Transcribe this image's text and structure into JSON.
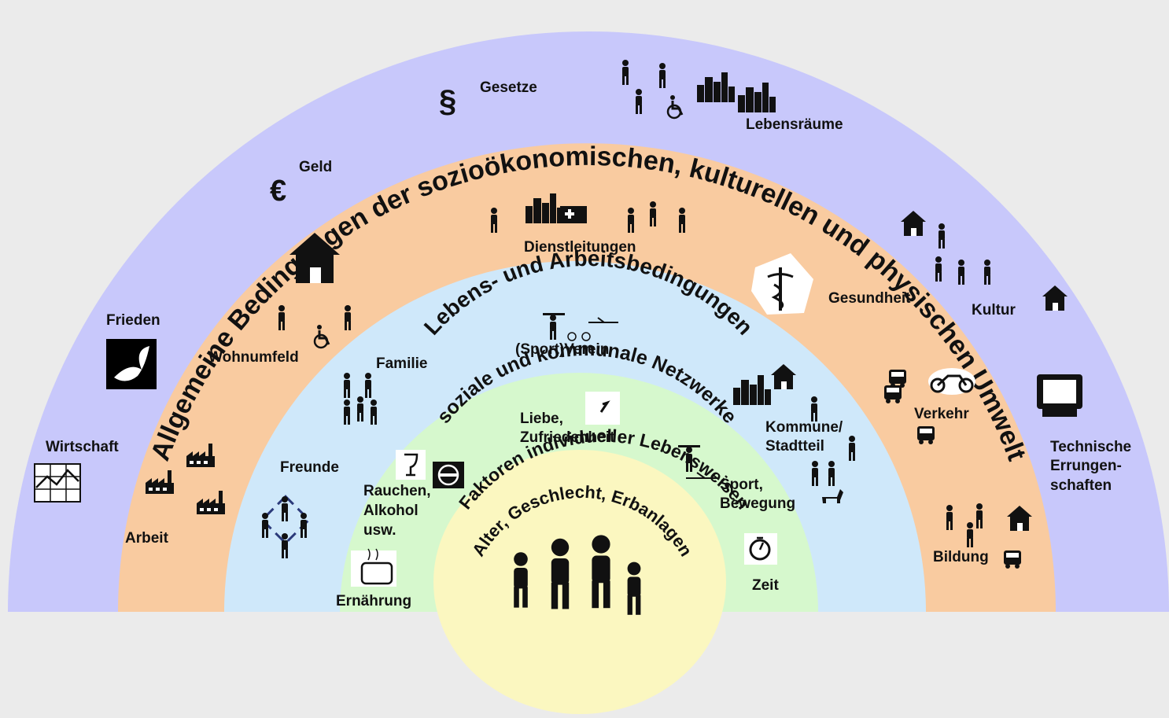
{
  "colors": {
    "background": "#ebebeb",
    "ring_outer": "#c8c8fb",
    "ring_living": "#f9cba0",
    "ring_social": "#cfe8fa",
    "ring_individual": "#d6f8cd",
    "core": "#fbf7c0"
  },
  "rings": {
    "outer_title": "Allgemeine Bedingungen der sozioökonomischen, kulturellen und physischen Umwelt",
    "living_title": "Lebens- und Arbeitsbedingungen",
    "social_title": "soziale und kommunale Netzwerke",
    "individual_title": "Faktoren individueller Lebensweisen",
    "core_title": "Alter, Geschlecht, Erbanlagen"
  },
  "labels": {
    "gesetze": "Gesetze",
    "lebensraeume": "Lebensräume",
    "geld": "Geld",
    "frieden": "Frieden",
    "wirtschaft": "Wirtschaft",
    "kultur": "Kultur",
    "technische": [
      "Technische",
      "Errungen-",
      "schaften"
    ],
    "dienstleitungen": "Dienstleitungen",
    "wohnumfeld": "Wohnumfeld",
    "gesundheit": "Gesundheit",
    "arbeit": "Arbeit",
    "verkehr": "Verkehr",
    "bildung": "Bildung",
    "familie": "Familie",
    "sportverein": "(Sport)Verein",
    "freunde": "Freunde",
    "kommune": [
      "Kommune/",
      "Stadtteil"
    ],
    "liebe": [
      "Liebe,",
      "Zufriedenheit"
    ],
    "rauchen": [
      "Rauchen,",
      "Alkohol",
      "usw."
    ],
    "sport": [
      "Sport,",
      "Bewegung"
    ],
    "ernaehrung": "Ernährung",
    "zeit": "Zeit"
  },
  "icons": {
    "paragraph": "§",
    "euro": "€"
  }
}
